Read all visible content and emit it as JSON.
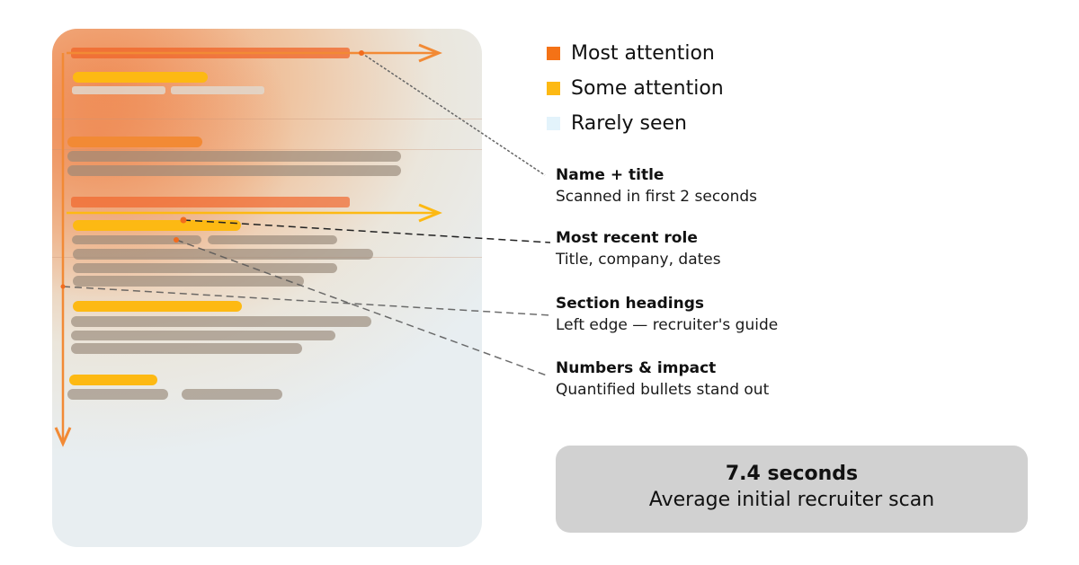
{
  "legend": {
    "items": [
      {
        "label": "Most attention",
        "color": "#f47216"
      },
      {
        "label": "Some attention",
        "color": "#fdb913"
      },
      {
        "label": "Rarely seen",
        "color": "#e3f3fb"
      }
    ]
  },
  "callouts": [
    {
      "title": "Name + title",
      "desc": "Scanned in first 2 seconds"
    },
    {
      "title": "Most recent role",
      "desc": "Title, company, dates"
    },
    {
      "title": "Section headings",
      "desc": "Left edge — recruiter's guide"
    },
    {
      "title": "Numbers & impact",
      "desc": "Quantified bullets stand out"
    }
  ],
  "stat": {
    "value": "7.4 seconds",
    "label": "Average initial recruiter scan"
  },
  "colors": {
    "accent_orange": "#f28a35",
    "accent_yellow": "#fdb913",
    "stat_bg": "#d1d1d1"
  }
}
